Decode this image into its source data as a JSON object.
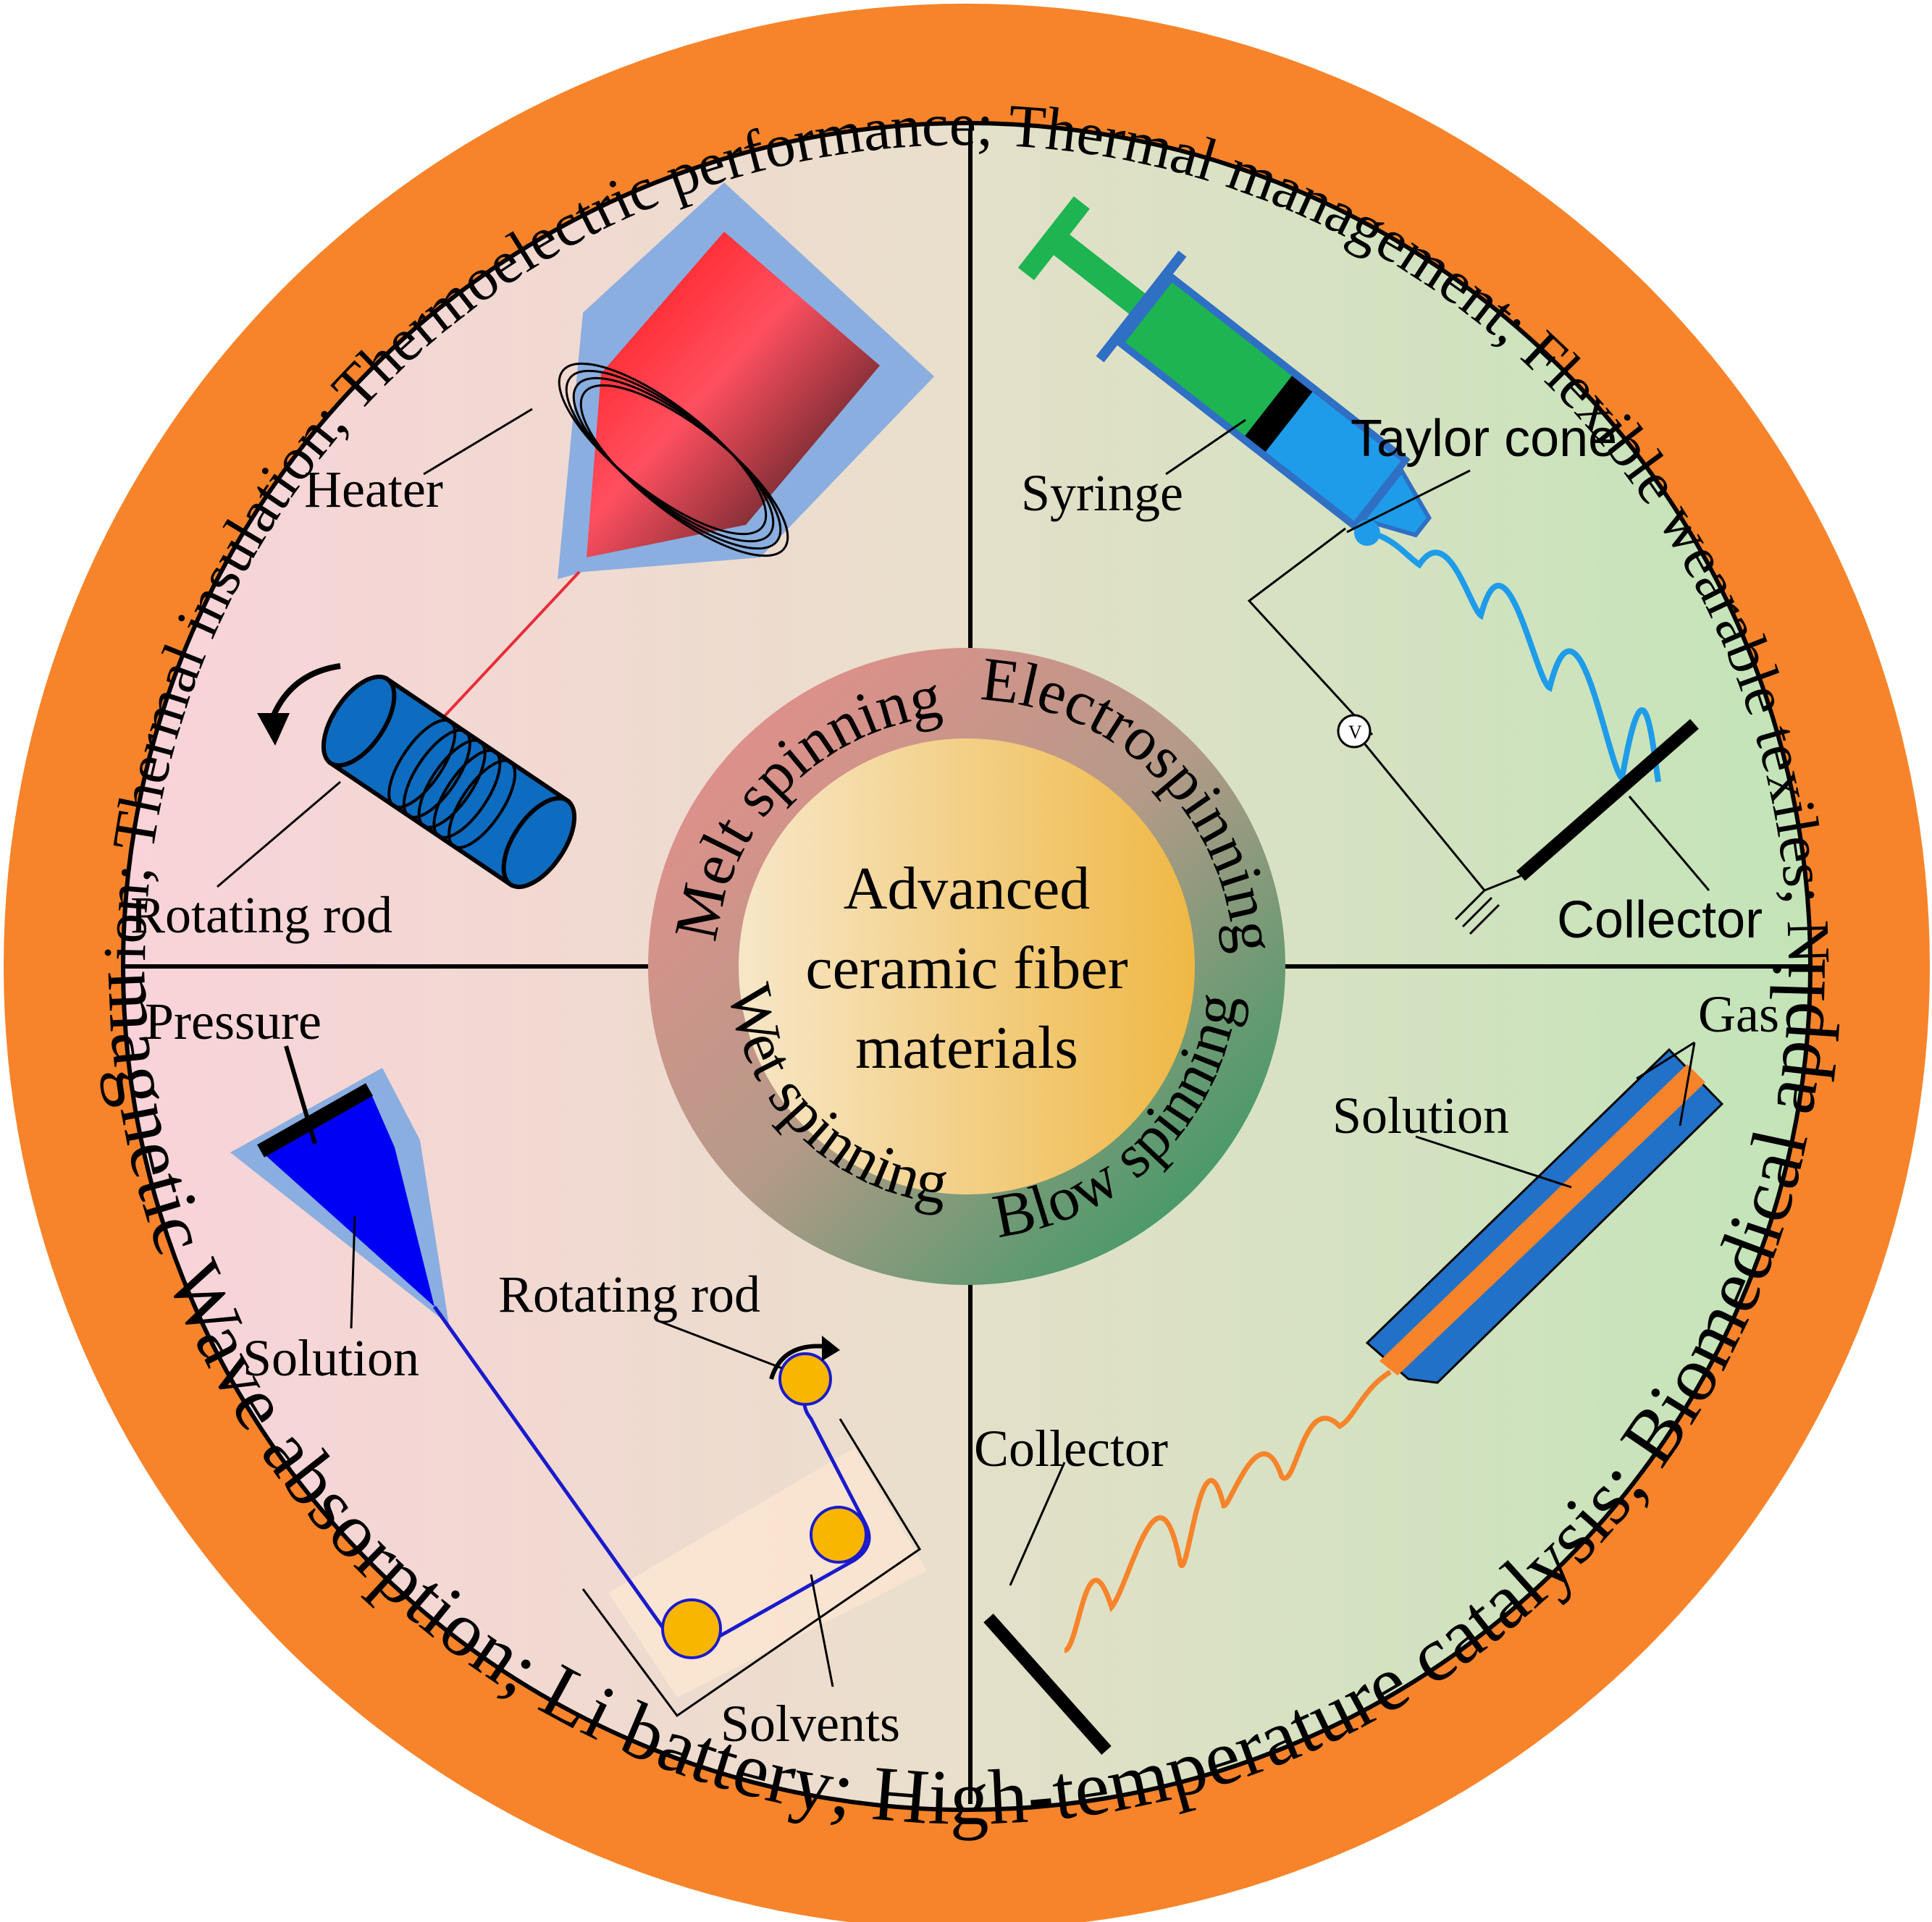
{
  "center": {
    "line1": "Advanced",
    "line2": "ceramic fiber",
    "line3": "materials"
  },
  "methods": {
    "melt": "Melt spinning",
    "electro": "Electrospinning",
    "wet": "Wet spinning",
    "blow": "Blow spinning"
  },
  "applications": {
    "upper": "Thermal protection;  Thermal insulation;  Thermoelectric performance;  Thermal management;  Flexible wearable texiles;  Noise absorption;",
    "lower": "Electromagnetic Wave absorption;  Li battery;  High-temperature catalysis;  Biomedical application;"
  },
  "labels": {
    "melt_heater": "Heater",
    "melt_rod": "Rotating rod",
    "electro_syringe": "Syringe",
    "electro_taylor": "Taylor cone",
    "electro_collector": "Collector",
    "wet_pressure": "Pressure",
    "wet_solution": "Solution",
    "wet_rod": "Rotating rod",
    "wet_solvents": "Solvents",
    "blow_gas": "Gas",
    "blow_solution": "Solution",
    "blow_collector": "Collector"
  },
  "colors": {
    "outer_ring": "#F7842A",
    "melt_bg": "#F6D5D3",
    "electro_bg": "#C9E2BE",
    "wet_bg": "#EEDDD0",
    "blow_bg": "#D2E6C6",
    "center_fill": "#F2C874"
  }
}
